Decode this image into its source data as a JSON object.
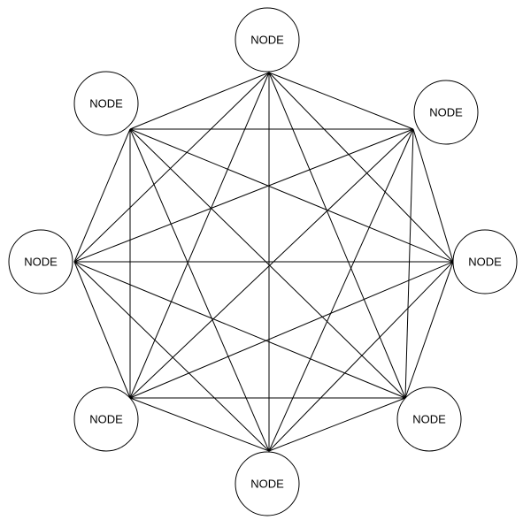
{
  "diagram": {
    "type": "complete-graph",
    "node_count": 8,
    "edge_color": "#000000",
    "node_fill": "#ffffff",
    "node_stroke": "#000000",
    "nodes": [
      {
        "id": "top",
        "label": "NODE"
      },
      {
        "id": "top-right",
        "label": "NODE"
      },
      {
        "id": "right",
        "label": "NODE"
      },
      {
        "id": "bottom-right",
        "label": "NODE"
      },
      {
        "id": "bottom",
        "label": "NODE"
      },
      {
        "id": "bottom-left",
        "label": "NODE"
      },
      {
        "id": "left",
        "label": "NODE"
      },
      {
        "id": "top-left",
        "label": "NODE"
      }
    ]
  }
}
